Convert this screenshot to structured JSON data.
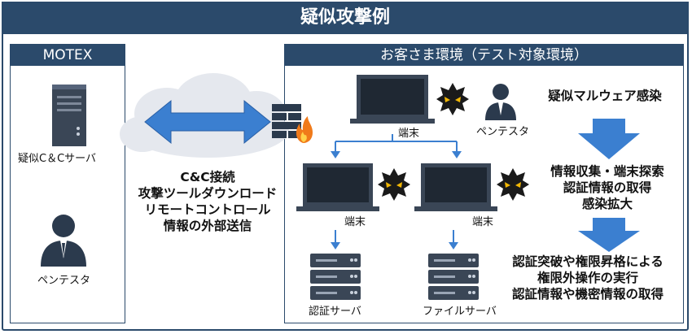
{
  "title": "疑似攻撃例",
  "motex_panel": {
    "header": "MOTEX",
    "server_label": "疑似C＆Cサーバ",
    "person_label": "ペンテスタ"
  },
  "middle": {
    "lines": [
      "C&C接続",
      "攻撃ツールダウンロード",
      "リモートコントロール",
      "情報の外部送信"
    ]
  },
  "customer_panel": {
    "header": "お客さま環境（テスト対象環境）",
    "top_terminal_label": "端末",
    "left_terminal_label": "端末",
    "right_terminal_label": "端末",
    "pentester_label": "ペンテスタ",
    "auth_server_label": "認証サーバ",
    "file_server_label": "ファイルサーバ",
    "steps": {
      "step1": [
        "疑似マルウェア感染"
      ],
      "step2": [
        "情報収集・端末探索",
        "認証情報の取得",
        "感染拡大"
      ],
      "step3": [
        "認証突破や権限昇格による",
        "権限外操作の実行",
        "認証情報や機密情報の取得"
      ]
    }
  },
  "colors": {
    "navy": "#2b4a6b",
    "arrow_blue": "#3b7fd0",
    "cloud": "#e5e8ee",
    "screen": "#1f2833",
    "virus": "#1a1a1a",
    "virus_eyes": "#f2b705"
  }
}
